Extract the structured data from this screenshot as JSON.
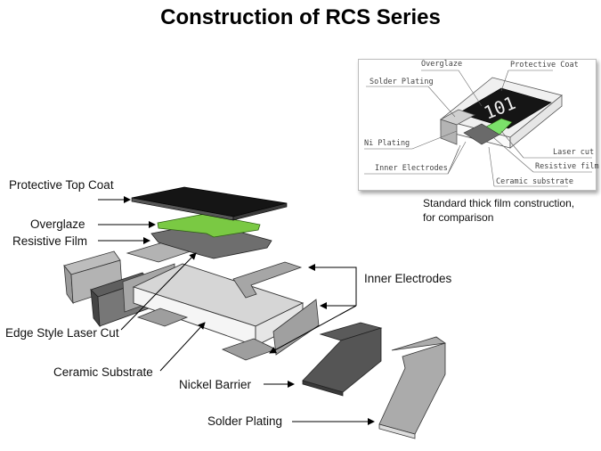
{
  "title": "Construction of RCS Series",
  "labels": {
    "protective_top_coat": "Protective Top Coat",
    "overglaze": "Overglaze",
    "resistive_film": "Resistive Film",
    "inner_electrodes": "Inner Electrodes",
    "edge_style_laser_cut": "Edge Style Laser Cut",
    "ceramic_substrate": "Ceramic Substrate",
    "nickel_barrier": "Nickel Barrier",
    "solder_plating": "Solder Plating"
  },
  "inset": {
    "labels": {
      "overglaze": "Overglaze",
      "protective_coat": "Protective Coat",
      "solder_plating": "Solder Plating",
      "ni_plating": "Ni Plating",
      "inner_electrodes": "Inner Electrodes",
      "laser_cut": "Laser cut",
      "resistive_film": "Resistive film",
      "ceramic_substrate": "Ceramic substrate"
    },
    "marking": "101",
    "caption_line1": "Standard thick film construction,",
    "caption_line2": "for comparison"
  },
  "colors": {
    "top_coat": "#1a1a1a",
    "overglaze": "#7ac943",
    "resistive_film": "#6e6e6e",
    "electrode": "#a6a6a6",
    "substrate_top": "#d9d9d9",
    "substrate_front": "#f4f4f4",
    "nickel": "#555555",
    "solder": "#a8a8a8"
  }
}
